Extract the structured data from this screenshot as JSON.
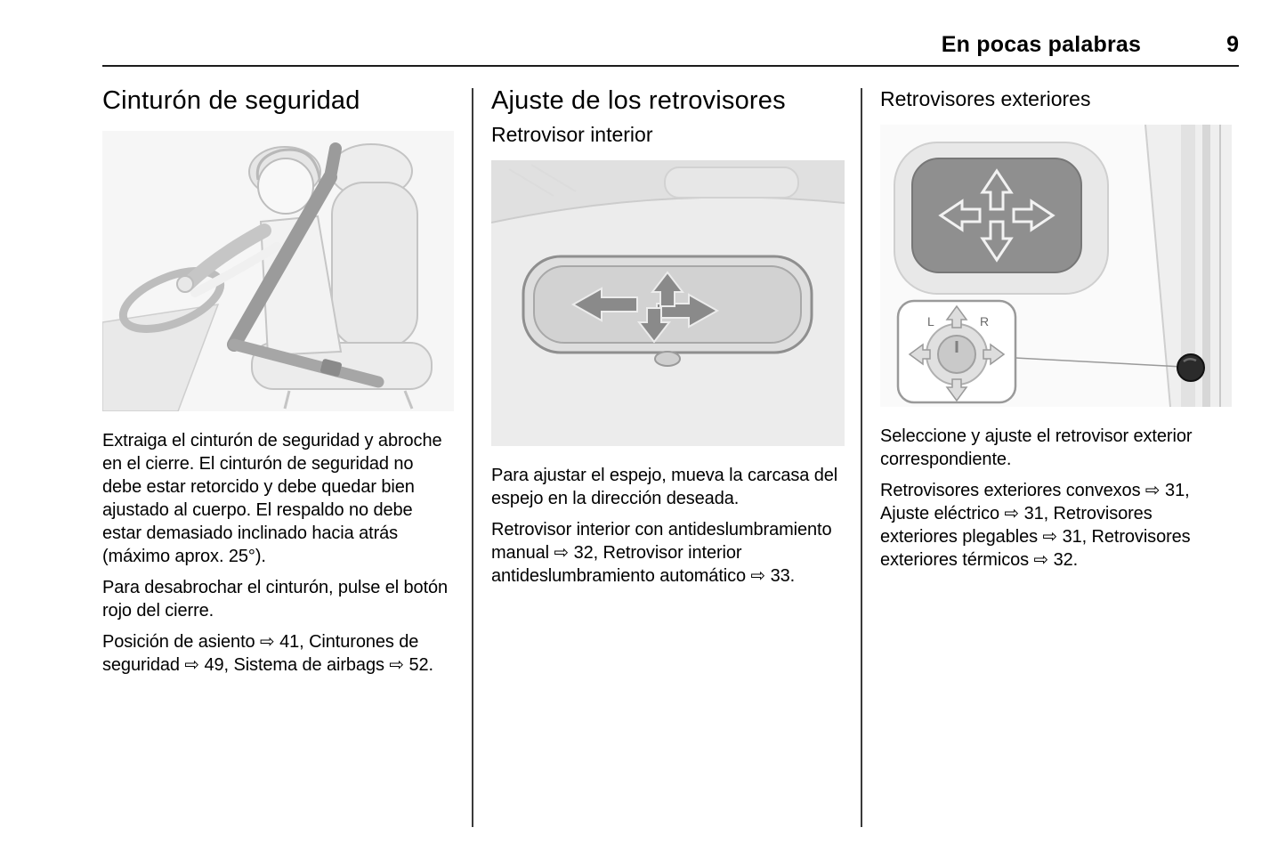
{
  "header": {
    "title": "En pocas palabras",
    "page_number": "9"
  },
  "seatbelt": {
    "heading": "Cinturón de seguridad",
    "illustration": "driver-with-seatbelt-drawing",
    "paragraphs": [
      "Extraiga el cinturón de seguridad y abroche en el cierre. El cinturón de seguridad no debe estar retorcido y debe quedar bien ajustado al cuerpo. El respaldo no debe estar demasiado inclinado hacia atrás (máximo aprox. 25°).",
      "Para desabrochar el cinturón, pulse el botón rojo del cierre.",
      "Posición de asiento ⇨ 41, Cinturones de seguridad ⇨ 49, Sistema de airbags ⇨ 52."
    ]
  },
  "mirrors": {
    "heading": "Ajuste de los retrovisores",
    "subheading": "Retrovisor interior",
    "illustration": "interior-rearview-mirror-with-adjust-arrows",
    "paragraphs": [
      "Para ajustar el espejo, mueva la carcasa del espejo en la dirección deseada.",
      "Retrovisor interior con antideslumbramiento manual ⇨ 32, Retrovisor interior antideslumbramiento automático ⇨ 33."
    ]
  },
  "exterior": {
    "heading": "Retrovisores exteriores",
    "illustration": "exterior-mirror-with-adjust-arrows-and-control-knob",
    "paragraphs": [
      "Seleccione y ajuste el retrovisor exterior correspondiente.",
      "Retrovisores exteriores convexos ⇨ 31, Ajuste eléctrico ⇨ 31, Retrovisores exteriores plegables ⇨ 31, Retrovisores exteriores térmicos ⇨ 32."
    ]
  }
}
